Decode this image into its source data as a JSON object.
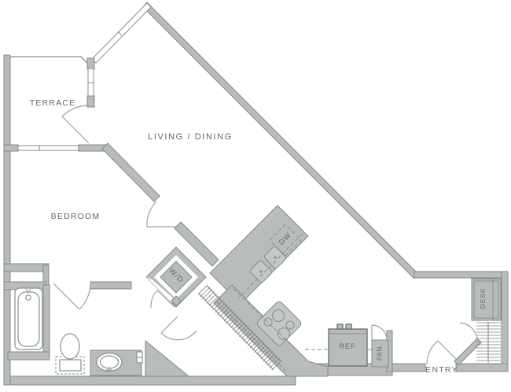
{
  "page": {
    "title": "Apartment floor plan",
    "background": "#ffffff"
  },
  "colors": {
    "wall_fill": "#b9bcbc",
    "wall_stroke": "#858a8a",
    "thin_line": "#9aa3a3",
    "label_color": "#5f6b6b"
  },
  "labels": {
    "terrace": "TERRACE",
    "living_dining": "LIVING / DINING",
    "bedroom": "BEDROOM",
    "washer_dryer": "W/D",
    "dishwasher": "DW",
    "refrigerator": "REF",
    "pantry": "PAN.",
    "desk": "DESK",
    "entry": "ENTRY"
  },
  "fixtures": {
    "bathtub": "bathtub",
    "toilet": "toilet",
    "vanity_sink": "vanity-sink",
    "kitchen_sink": "double-kitchen-sink",
    "cooktop": "four-burner-cooktop",
    "washer_dryer_unit": "stacked-washer-dryer",
    "refrigerator_unit": "refrigerator",
    "closet_rods": "closet-hanging-rods",
    "doors": "door-swing-arcs",
    "windows": "window-glazing"
  }
}
